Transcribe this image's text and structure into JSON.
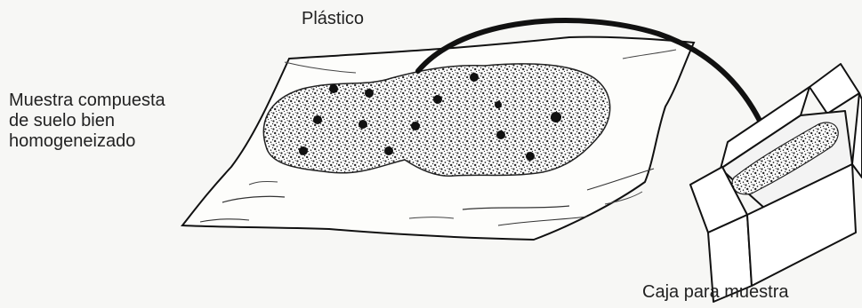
{
  "labels": {
    "plastic": "Plástico",
    "sample_line1": "Muestra compuesta",
    "sample_line2": "de suelo bien",
    "sample_line3": "homogeneizado",
    "box": "Caja para muestra"
  },
  "colors": {
    "ink": "#1a1a1a",
    "paper": "#f7f7f5",
    "soil": "#3a3a3a"
  }
}
